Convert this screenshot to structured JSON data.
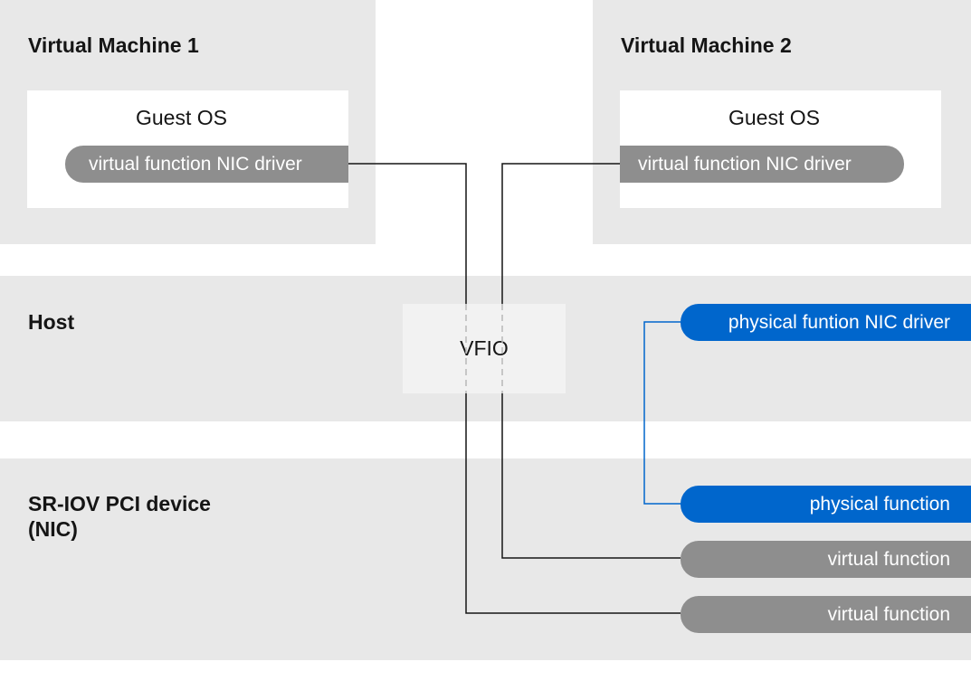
{
  "vm1": {
    "title": "Virtual Machine 1",
    "guest_os": "Guest OS",
    "driver": "virtual function NIC driver"
  },
  "vm2": {
    "title": "Virtual Machine 2",
    "guest_os": "Guest OS",
    "driver": "virtual function NIC driver"
  },
  "host": {
    "title": "Host",
    "vfio": "VFIO",
    "pf_driver": "physical funtion NIC driver"
  },
  "device": {
    "title": "SR-IOV PCI device\n(NIC)",
    "physical_function": "physical function",
    "virtual_functions": [
      "virtual function",
      "virtual function"
    ]
  },
  "colors": {
    "panel": "#e8e8e8",
    "gray_pill": "#8e8e8e",
    "blue_pill": "#0066cc",
    "connector": "#151515",
    "dashed_connector": "#b8b8b8"
  }
}
